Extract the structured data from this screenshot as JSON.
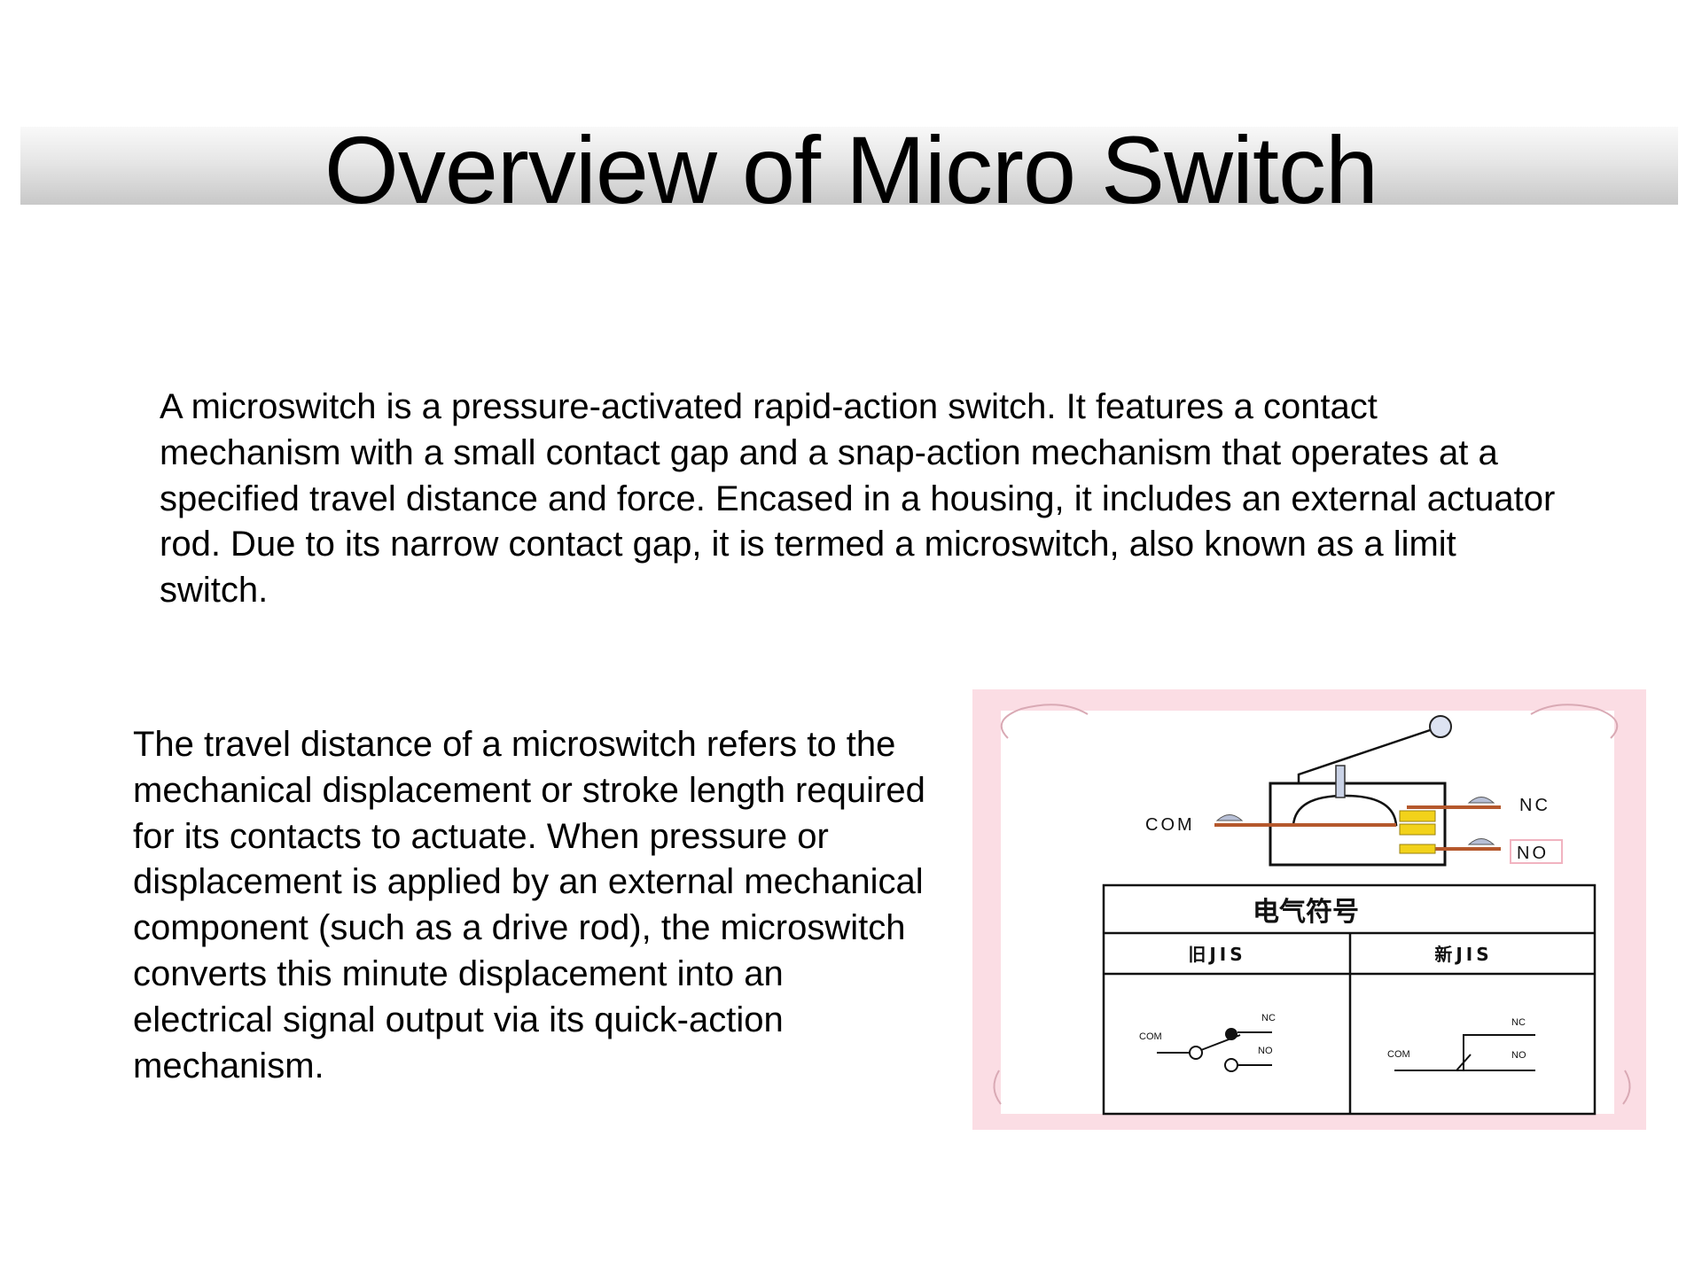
{
  "slide": {
    "title": "Overview of Micro Switch"
  },
  "paragraphs": {
    "intro": "A microswitch is a pressure-activated rapid-action switch. It features a contact mechanism with a small contact gap and a snap-action mechanism that operates at a specified travel distance and force. Encased in a housing, it includes an external actuator rod. Due to its narrow contact gap, it is termed a microswitch, also known as a limit switch.",
    "travel": " The travel distance of a microswitch refers to the mechanical displacement or stroke length required for its contacts to actuate. When pressure or displacement is applied by an external mechanical component (such as a drive rod), the microswitch converts this minute displacement into an electrical signal output via its quick-action mechanism."
  },
  "diagram": {
    "labels": {
      "com": "COM",
      "nc": "NC",
      "no": "NO"
    },
    "symbol_table": {
      "header": "电气符号",
      "col_old": "旧JIS",
      "col_new": "新JIS",
      "old_com": "COM",
      "old_nc": "NC",
      "old_no": "NO",
      "new_com": "COM",
      "new_nc": "NC",
      "new_no": "NO"
    },
    "colors": {
      "frame": "#fbdde4",
      "lead": "#b5582c",
      "contact": "#f2d21a"
    }
  }
}
